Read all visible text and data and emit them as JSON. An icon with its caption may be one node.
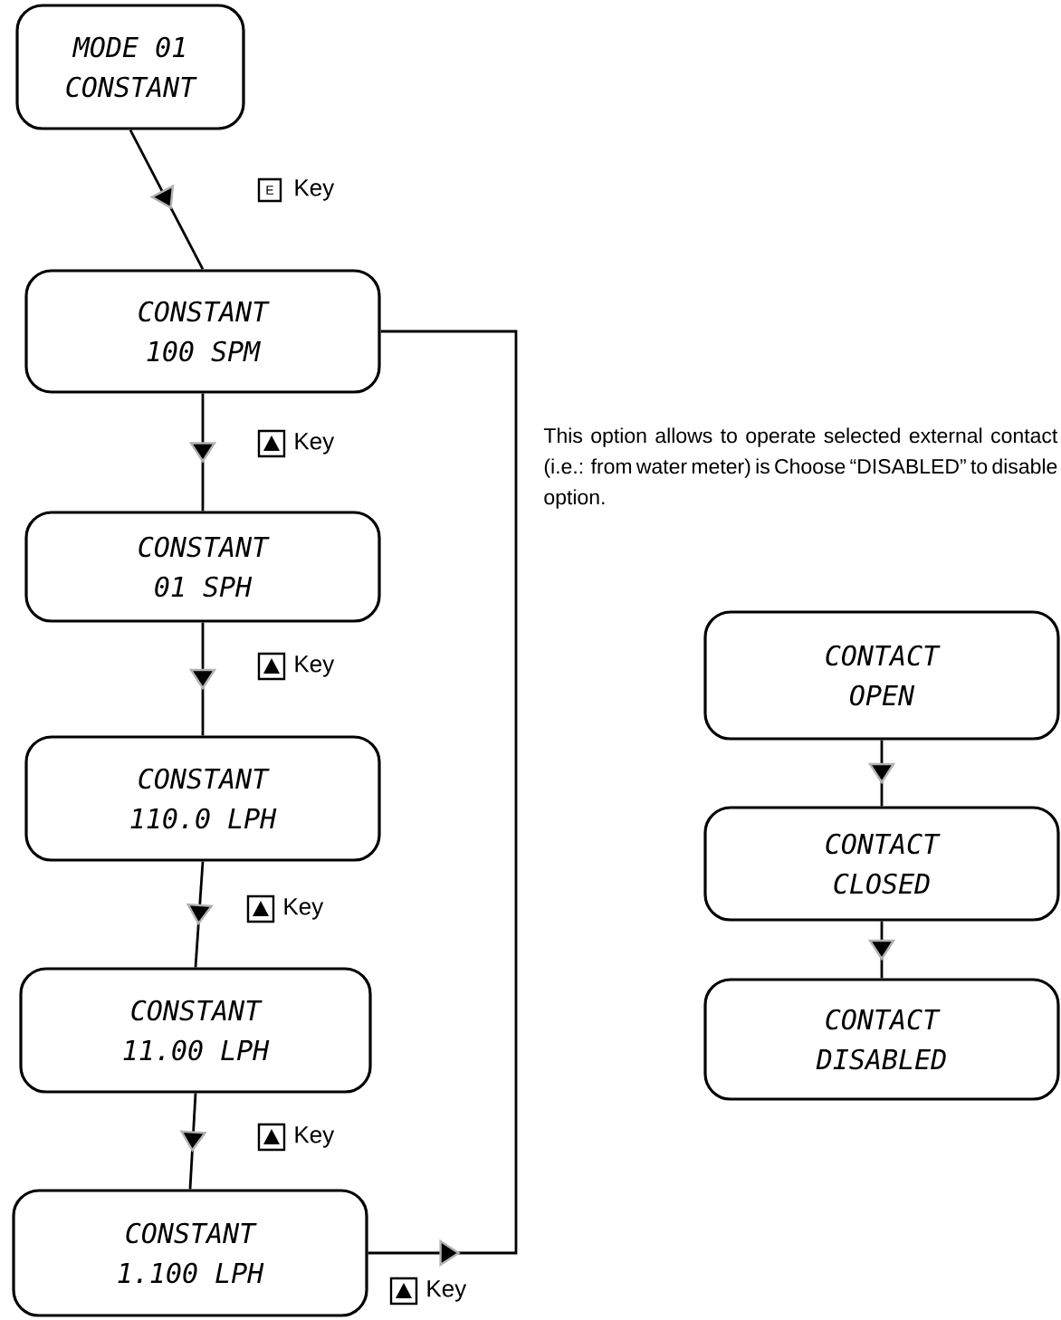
{
  "diagram": {
    "nodes": [
      {
        "text": [
          "MODE 01",
          "CONSTANT"
        ]
      },
      {
        "text": [
          "CONSTANT",
          "100 SPM"
        ]
      },
      {
        "text": [
          "CONSTANT",
          "01 SPH"
        ]
      },
      {
        "text": [
          "CONSTANT",
          "110.0 LPH"
        ]
      },
      {
        "text": [
          "CONSTANT",
          "11.00 LPH"
        ]
      },
      {
        "text": [
          "CONSTANT",
          "1.100 LPH"
        ]
      },
      {
        "text": [
          "CONTACT",
          "OPEN"
        ]
      },
      {
        "text": [
          "CONTACT",
          "CLOSED"
        ]
      },
      {
        "text": [
          "CONTACT",
          "DISABLED"
        ]
      }
    ],
    "edges": [
      {
        "from": 0,
        "to": 1,
        "arrow": "to",
        "label": "Key"
      },
      {
        "from": 1,
        "to": 2,
        "arrow": "to",
        "label": "Key"
      },
      {
        "from": 2,
        "to": 3,
        "arrow": "to",
        "label": "Key"
      },
      {
        "from": 3,
        "to": 4,
        "arrow": "to",
        "label": "Key"
      },
      {
        "from": 4,
        "to": 5,
        "arrow": "to",
        "label": "Key"
      },
      {
        "from": 5,
        "to": 1,
        "arrow": "to",
        "label": "Key"
      },
      {
        "from": 6,
        "to": 7,
        "arrow": "to"
      },
      {
        "from": 7,
        "to": 8,
        "arrow": "to"
      }
    ],
    "labels": [
      "E",
      "This option allows to operate selected external contact (i.e.: from water meter) is Choose “DISABLED” to disable option."
    ]
  }
}
